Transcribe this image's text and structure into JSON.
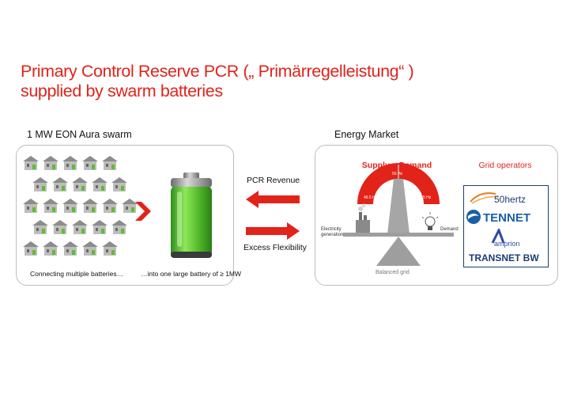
{
  "title": {
    "line1": "Primary Control Reserve PCR („ Primärregelleistung“ )",
    "line2": "supplied by swarm batteries"
  },
  "left": {
    "heading": "1 MW EON Aura swarm",
    "caption_left": "Connecting multiple batteries…",
    "caption_right": "…into one large battery of ≥ 1MW"
  },
  "arrows": {
    "top_label": "PCR Revenue",
    "bottom_label": "Excess Flexibility"
  },
  "right": {
    "heading": "Energy Market",
    "supply_demand": "Supply = Demand",
    "grid_operators": "Grid operators",
    "gauge": {
      "left_tick": "49.5 Hz",
      "center_tick": "50 Hz",
      "right_tick": "50.5 Hz"
    },
    "electricity_generation": "Electricity generation",
    "demand": "Demand",
    "balanced_grid": "Balanced grid",
    "operators": [
      "50hertz",
      "TENNET",
      "amprion",
      "TRANSNET BW"
    ]
  },
  "colors": {
    "accent_red": "#e2231a",
    "battery_green": "#5cbf2a",
    "panel_border": "#bdbdbd",
    "tennet_blue": "#1b5fa8"
  }
}
